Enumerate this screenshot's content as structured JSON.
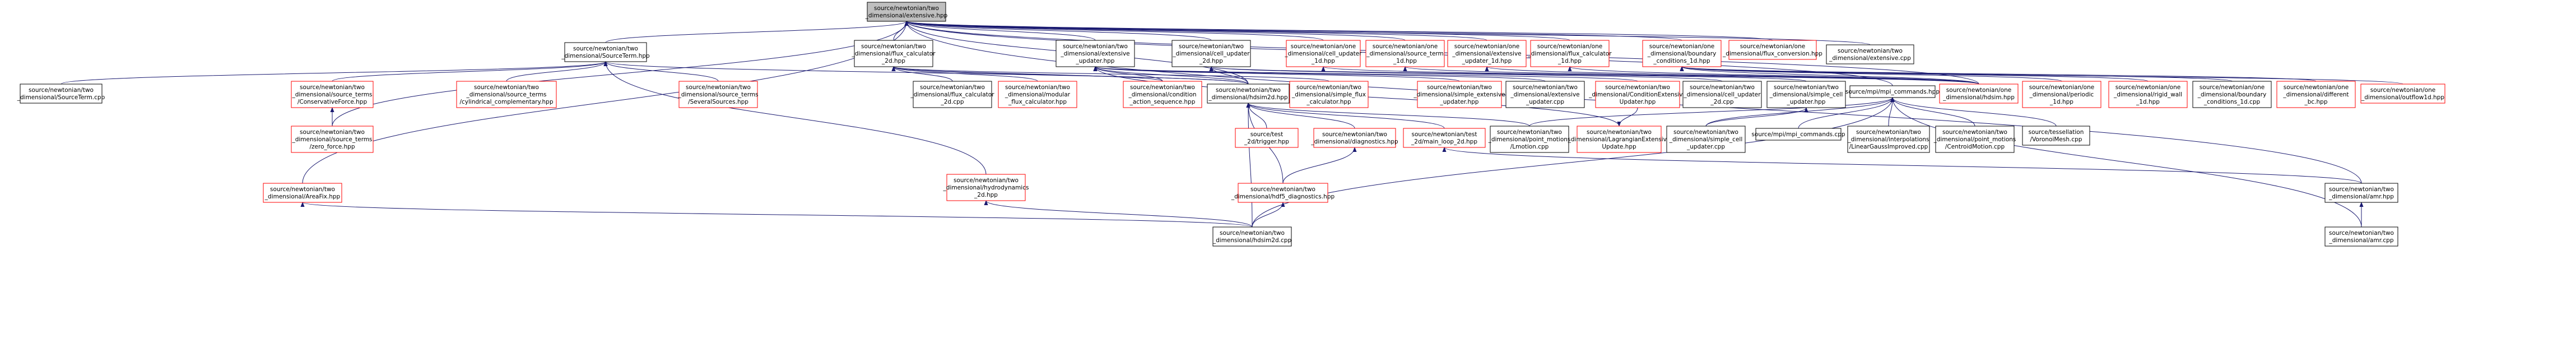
{
  "colors": {
    "root_fill": "#bfbfbf",
    "node_fill": "#ffffff",
    "border_black": "#000000",
    "border_red": "#ff0000",
    "edge": "#191970"
  },
  "nodes": [
    {
      "id": "root",
      "lines": [
        "source/newtonian/two",
        "_dimensional/extensive.hpp"
      ],
      "type": "root"
    },
    {
      "id": "sourceterm_hpp",
      "lines": [
        "source/newtonian/two",
        "_dimensional/SourceTerm.hpp"
      ],
      "type": "black"
    },
    {
      "id": "flux_calc_2d",
      "lines": [
        "source/newtonian/two",
        "_dimensional/flux_calculator",
        "_2d.hpp"
      ],
      "type": "black"
    },
    {
      "id": "ext_updater_hpp",
      "lines": [
        "source/newtonian/two",
        "_dimensional/extensive",
        "_updater.hpp"
      ],
      "type": "black"
    },
    {
      "id": "cell_updater_2d",
      "lines": [
        "source/newtonian/two",
        "_dimensional/cell_updater",
        "_2d.hpp"
      ],
      "type": "black"
    },
    {
      "id": "one_cell_updater",
      "lines": [
        "source/newtonian/one",
        "_dimensional/cell_updater",
        "_1d.hpp"
      ],
      "type": "red"
    },
    {
      "id": "one_source_term",
      "lines": [
        "source/newtonian/one",
        "_dimensional/source_term",
        "_1d.hpp"
      ],
      "type": "red"
    },
    {
      "id": "one_ext_updater",
      "lines": [
        "source/newtonian/one",
        "_dimensional/extensive",
        "_updater_1d.hpp"
      ],
      "type": "red"
    },
    {
      "id": "one_flux_calc",
      "lines": [
        "source/newtonian/one",
        "_dimensional/flux_calculator",
        "_1d.hpp"
      ],
      "type": "red"
    },
    {
      "id": "one_boundary",
      "lines": [
        "source/newtonian/one",
        "_dimensional/boundary",
        "_conditions_1d.hpp"
      ],
      "type": "red"
    },
    {
      "id": "one_flux_conv",
      "lines": [
        "source/newtonian/one",
        "_dimensional/flux_conversion.hpp"
      ],
      "type": "red"
    },
    {
      "id": "ext_cpp",
      "lines": [
        "source/newtonian/two",
        "_dimensional/extensive.cpp"
      ],
      "type": "black"
    },
    {
      "id": "sourceterm_cpp",
      "lines": [
        "source/newtonian/two",
        "_dimensional/SourceTerm.cpp"
      ],
      "type": "black"
    },
    {
      "id": "cons_force",
      "lines": [
        "source/newtonian/two",
        "_dimensional/source_terms",
        "/ConservativeForce.hpp"
      ],
      "type": "red"
    },
    {
      "id": "cyl_compl",
      "lines": [
        "source/newtonian/two",
        "_dimensional/source_terms",
        "/cylindrical_complementary.hpp"
      ],
      "type": "red"
    },
    {
      "id": "several_sources",
      "lines": [
        "source/newtonian/two",
        "_dimensional/source_terms",
        "/SeveralSources.hpp"
      ],
      "type": "red"
    },
    {
      "id": "flux_calc_2d_cpp",
      "lines": [
        "source/newtonian/two",
        "_dimensional/flux_calculator",
        "_2d.cpp"
      ],
      "type": "black"
    },
    {
      "id": "modular_flux",
      "lines": [
        "source/newtonian/two",
        "_dimensional/modular",
        "_flux_calculator.hpp"
      ],
      "type": "red"
    },
    {
      "id": "cond_action",
      "lines": [
        "source/newtonian/two",
        "_dimensional/condition",
        "_action_sequence.hpp"
      ],
      "type": "red"
    },
    {
      "id": "hdsim2d_hpp",
      "lines": [
        "source/newtonian/two",
        "_dimensional/hdsim2d.hpp"
      ],
      "type": "black"
    },
    {
      "id": "simple_flux",
      "lines": [
        "source/newtonian/two",
        "_dimensional/simple_flux",
        "_calculator.hpp"
      ],
      "type": "red"
    },
    {
      "id": "simple_ext_upd",
      "lines": [
        "source/newtonian/two",
        "_dimensional/simple_extensive",
        "_updater.hpp"
      ],
      "type": "red"
    },
    {
      "id": "ext_upd_cpp",
      "lines": [
        "source/newtonian/two",
        "_dimensional/extensive",
        "_updater.cpp"
      ],
      "type": "black"
    },
    {
      "id": "cond_ext_upd",
      "lines": [
        "source/newtonian/two",
        "_dimensional/ConditionExtensive",
        "Updater.hpp"
      ],
      "type": "red"
    },
    {
      "id": "cell_upd_2d_cpp",
      "lines": [
        "source/newtonian/two",
        "_dimensional/cell_updater",
        "_2d.cpp"
      ],
      "type": "black"
    },
    {
      "id": "simple_cell_upd",
      "lines": [
        "source/newtonian/two",
        "_dimensional/simple_cell",
        "_updater.hpp"
      ],
      "type": "black"
    },
    {
      "id": "mpi_commands_hpp",
      "lines": [
        "source/mpi/mpi_commands.hpp"
      ],
      "type": "black"
    },
    {
      "id": "one_hdsim",
      "lines": [
        "source/newtonian/one",
        "_dimensional/hdsim.hpp"
      ],
      "type": "red"
    },
    {
      "id": "one_periodic",
      "lines": [
        "source/newtonian/one",
        "_dimensional/periodic",
        "_1d.hpp"
      ],
      "type": "red"
    },
    {
      "id": "one_rigid_wall",
      "lines": [
        "source/newtonian/one",
        "_dimensional/rigid_wall",
        "_1d.hpp"
      ],
      "type": "red"
    },
    {
      "id": "one_boundary_cpp",
      "lines": [
        "source/newtonian/one",
        "_dimensional/boundary",
        "_conditions_1d.cpp"
      ],
      "type": "black"
    },
    {
      "id": "one_different",
      "lines": [
        "source/newtonian/one",
        "_dimensional/different",
        "_bc.hpp"
      ],
      "type": "red"
    },
    {
      "id": "one_outflow",
      "lines": [
        "source/newtonian/one",
        "_dimensional/outflow1d.hpp"
      ],
      "type": "red"
    },
    {
      "id": "zero_force",
      "lines": [
        "source/newtonian/two",
        "_dimensional/source_terms",
        "/zero_force.hpp"
      ],
      "type": "red"
    },
    {
      "id": "test_2d_trigger",
      "lines": [
        "source/test",
        "_2d/trigger.hpp"
      ],
      "type": "red"
    },
    {
      "id": "diagnostics",
      "lines": [
        "source/newtonian/two",
        "_dimensional/diagnostics.hpp"
      ],
      "type": "red"
    },
    {
      "id": "main_loop",
      "lines": [
        "source/newtonian/test",
        "_2d/main_loop_2d.hpp"
      ],
      "type": "red"
    },
    {
      "id": "point_motions_lmotion",
      "lines": [
        "source/newtonian/two",
        "_dimensional/point_motions",
        "/Lmotion.cpp"
      ],
      "type": "black"
    },
    {
      "id": "lagrangian_ext",
      "lines": [
        "source/newtonian/two",
        "_dimensional/LagrangianExtensive",
        "Update.hpp"
      ],
      "type": "red"
    },
    {
      "id": "simple_cell_upd_cpp",
      "lines": [
        "source/newtonian/two",
        "_dimensional/simple_cell",
        "_updater.cpp"
      ],
      "type": "black"
    },
    {
      "id": "mpi_commands_cpp",
      "lines": [
        "source/mpi/mpi_commands.cpp"
      ],
      "type": "black"
    },
    {
      "id": "lin_gauss",
      "lines": [
        "source/newtonian/two",
        "_dimensional/interpolations",
        "/LinearGaussImproved.cpp"
      ],
      "type": "black"
    },
    {
      "id": "centroid_motion",
      "lines": [
        "source/newtonian/two",
        "_dimensional/point_motions",
        "/CentroidMotion.cpp"
      ],
      "type": "black"
    },
    {
      "id": "voronoi_mesh",
      "lines": [
        "source/tessellation",
        "/VoronoiMesh.cpp"
      ],
      "type": "black"
    },
    {
      "id": "hydrodynamics_2d",
      "lines": [
        "source/newtonian/two",
        "_dimensional/hydrodynamics",
        "_2d.hpp"
      ],
      "type": "red"
    },
    {
      "id": "area_fix",
      "lines": [
        "source/newtonian/two",
        "_dimensional/AreaFix.hpp"
      ],
      "type": "red"
    },
    {
      "id": "hdf5_diag",
      "lines": [
        "source/newtonian/two",
        "_dimensional/hdf5_diagnostics.hpp"
      ],
      "type": "red"
    },
    {
      "id": "amr_hpp",
      "lines": [
        "source/newtonian/two",
        "_dimensional/amr.hpp"
      ],
      "type": "black"
    },
    {
      "id": "hdsim2d_cpp",
      "lines": [
        "source/newtonian/two",
        "_dimensional/hdsim2d.cpp"
      ],
      "type": "black"
    },
    {
      "id": "amr_cpp",
      "lines": [
        "source/newtonian/two",
        "_dimensional/amr.cpp"
      ],
      "type": "black"
    }
  ],
  "edges": [
    [
      "sourceterm_hpp",
      "root"
    ],
    [
      "flux_calc_2d",
      "root"
    ],
    [
      "ext_updater_hpp",
      "root"
    ],
    [
      "cell_updater_2d",
      "root"
    ],
    [
      "one_cell_updater",
      "root"
    ],
    [
      "one_source_term",
      "root"
    ],
    [
      "one_ext_updater",
      "root"
    ],
    [
      "one_flux_calc",
      "root"
    ],
    [
      "one_boundary",
      "root"
    ],
    [
      "one_flux_conv",
      "root"
    ],
    [
      "ext_cpp",
      "root"
    ],
    [
      "hdsim2d_hpp",
      "root"
    ],
    [
      "area_fix",
      "root"
    ],
    [
      "one_hdsim",
      "root"
    ],
    [
      "amr_hpp",
      "root"
    ],
    [
      "mpi_commands_hpp",
      "root"
    ],
    [
      "zero_force",
      "root"
    ],
    [
      "sourceterm_cpp",
      "sourceterm_hpp"
    ],
    [
      "cons_force",
      "sourceterm_hpp"
    ],
    [
      "cyl_compl",
      "sourceterm_hpp"
    ],
    [
      "several_sources",
      "sourceterm_hpp"
    ],
    [
      "hdsim2d_hpp",
      "sourceterm_hpp"
    ],
    [
      "hydrodynamics_2d",
      "sourceterm_hpp"
    ],
    [
      "flux_calc_2d_cpp",
      "flux_calc_2d"
    ],
    [
      "modular_flux",
      "flux_calc_2d"
    ],
    [
      "cond_action",
      "flux_calc_2d"
    ],
    [
      "hdsim2d_hpp",
      "flux_calc_2d"
    ],
    [
      "simple_flux",
      "flux_calc_2d"
    ],
    [
      "simple_ext_upd",
      "ext_updater_hpp"
    ],
    [
      "ext_upd_cpp",
      "ext_updater_hpp"
    ],
    [
      "cond_ext_upd",
      "ext_updater_hpp"
    ],
    [
      "hdsim2d_hpp",
      "ext_updater_hpp"
    ],
    [
      "cond_action",
      "ext_updater_hpp"
    ],
    [
      "lagrangian_ext",
      "ext_updater_hpp"
    ],
    [
      "cell_upd_2d_cpp",
      "cell_updater_2d"
    ],
    [
      "simple_cell_upd",
      "cell_updater_2d"
    ],
    [
      "hdsim2d_hpp",
      "cell_updater_2d"
    ],
    [
      "one_hdsim",
      "one_cell_updater"
    ],
    [
      "one_hdsim",
      "one_source_term"
    ],
    [
      "one_hdsim",
      "one_ext_updater"
    ],
    [
      "one_hdsim",
      "one_flux_calc"
    ],
    [
      "one_hdsim",
      "one_boundary"
    ],
    [
      "one_periodic",
      "one_boundary"
    ],
    [
      "one_rigid_wall",
      "one_boundary"
    ],
    [
      "one_boundary_cpp",
      "one_boundary"
    ],
    [
      "one_different",
      "one_boundary"
    ],
    [
      "one_outflow",
      "one_boundary"
    ],
    [
      "zero_force",
      "cons_force"
    ],
    [
      "cond_ext_upd",
      "lagrangian_ext"
    ],
    [
      "test_2d_trigger",
      "hdsim2d_hpp"
    ],
    [
      "diagnostics",
      "hdsim2d_hpp"
    ],
    [
      "main_loop",
      "hdsim2d_hpp"
    ],
    [
      "hdf5_diag",
      "hdsim2d_hpp"
    ],
    [
      "hdsim2d_cpp",
      "hdsim2d_hpp"
    ],
    [
      "point_motions_lmotion",
      "hdsim2d_hpp"
    ],
    [
      "hdf5_diag",
      "diagnostics"
    ],
    [
      "hdsim2d_cpp",
      "hdf5_diag"
    ],
    [
      "hdsim2d_cpp",
      "hydrodynamics_2d"
    ],
    [
      "hdsim2d_cpp",
      "area_fix"
    ],
    [
      "amr_hpp",
      "main_loop"
    ],
    [
      "amr_cpp",
      "amr_hpp"
    ],
    [
      "simple_cell_upd_cpp",
      "simple_cell_upd"
    ],
    [
      "mpi_commands_cpp",
      "mpi_commands_hpp"
    ],
    [
      "lin_gauss",
      "mpi_commands_hpp"
    ],
    [
      "centroid_motion",
      "mpi_commands_hpp"
    ],
    [
      "voronoi_mesh",
      "mpi_commands_hpp"
    ],
    [
      "point_motions_lmotion",
      "mpi_commands_hpp"
    ],
    [
      "amr_cpp",
      "mpi_commands_hpp"
    ],
    [
      "hdsim2d_cpp",
      "mpi_commands_hpp"
    ],
    [
      "simple_cell_upd_cpp",
      "mpi_commands_hpp"
    ]
  ]
}
